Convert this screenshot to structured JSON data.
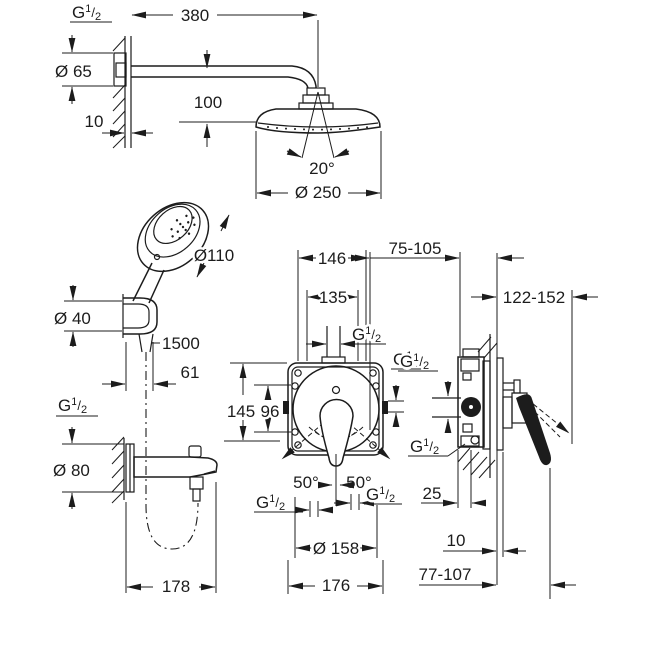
{
  "drawing": {
    "background": "#ffffff",
    "ink": "#1c1c1c",
    "thread": {
      "g": "G",
      "num": "1",
      "slash": "/",
      "den": "2"
    },
    "head_shower": {
      "arm_length": "380",
      "flange_diameter": "Ø 65",
      "wall_thickness": "10",
      "drop_height": "100",
      "spray_angle": "20°",
      "head_diameter": "Ø 250"
    },
    "hand_shower": {
      "head_diameter": "Ø110",
      "holder_diameter": "Ø 40",
      "hose_length": "1500",
      "wall_offset": "61"
    },
    "bath_spout": {
      "flange_diameter": "Ø 80",
      "projection": "178"
    },
    "mixer_front": {
      "box_width": "146",
      "inner_width": "135",
      "box_height": "145",
      "hole_spacing": "96",
      "swing_left": "50°",
      "swing_right": "50°",
      "trim_diameter": "Ø 158",
      "trim_width": "176"
    },
    "mixer_side": {
      "rough_in_depth": "75-105",
      "total_depth": "122-152",
      "body_offset": "25",
      "tile_allowance": "10",
      "handle_projection": "77-107"
    }
  }
}
